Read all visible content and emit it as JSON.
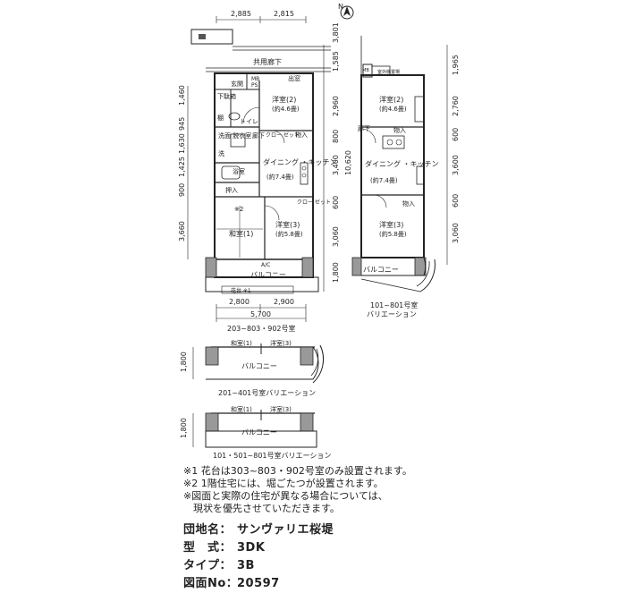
{
  "compass": {
    "north": "N"
  },
  "main_plan": {
    "top_dims": [
      "2,885",
      "2,815"
    ],
    "right_dims": [
      "1,585",
      "3,801",
      "2,960",
      "800",
      "3,400",
      "10,620",
      "600",
      "3,060",
      "1,800"
    ],
    "left_dims": [
      "1,460",
      "945",
      "1,630",
      "1,425",
      "900",
      "3,660"
    ],
    "bottom_dims": [
      "2,800",
      "2,900"
    ],
    "total_width": "5,700",
    "caption": "203~803・902号室",
    "rooms": {
      "corridor": "共用廊下",
      "entrance": "玄関",
      "shoe_box": "下駄箱",
      "closet_top": "出窓",
      "mb": "MB",
      "ps": "PS",
      "western2": "洋室(2)",
      "western2_size": "(約4.6畳)",
      "toilet": "トイレ",
      "shelf": "棚",
      "washroom": "洗面\n脱衣室",
      "washer": "洗",
      "bath": "浴室",
      "hall": "廊下",
      "closet_mid": "クロー\nゼット",
      "storage": "物入",
      "dining": "ダイニング\n・キッチン",
      "dining_size": "(約7.4畳)",
      "oshiire": "押入",
      "japanese": "和室(1)",
      "note2": "※2",
      "western3": "洋室(3)",
      "western3_size": "(約5.8畳)",
      "closet_low": "クロー\nゼット",
      "balcony": "バルコニー",
      "flowerbed": "花台 ※1",
      "ac": "A/C"
    }
  },
  "variation_101_801": {
    "right_dims": [
      "1,965",
      "2,760",
      "600",
      "3,600",
      "600",
      "3,060"
    ],
    "caption_line1": "101~801号室",
    "caption_line2": "バリエーション",
    "rooms": {
      "outdoor_unit": "室外機置場",
      "mb": "MB",
      "western2": "洋室(2)",
      "western2_size": "(約4.6畳)",
      "hall": "廊下",
      "storage": "物入",
      "dining": "ダイニング\n・キッチン",
      "dining_size": "(約7.4畳)",
      "storage2": "物入",
      "western3": "洋室(3)",
      "western3_size": "(約5.8畳)",
      "balcony": "バルコニー"
    }
  },
  "variation_201_401": {
    "dim": "1,800",
    "caption": "201~401号室バリエーション",
    "room1": "和室(1)",
    "room2": "洋室(3)",
    "balcony": "バルコニー"
  },
  "variation_101_501": {
    "dim": "1,800",
    "caption": "101・501~801号室バリエーション",
    "room1": "和室(1)",
    "room2": "洋室(3)",
    "balcony": "バルコニー"
  },
  "notes": [
    "※1  花台は303~803・902号室のみ設置されます。",
    "※2  1階住宅には、堀ごたつが設置されます。",
    "※図面と実際の住宅が異なる場合については、",
    "　現状を優先させていただきます。"
  ],
  "info": {
    "estate_label": "団地名：",
    "estate_value": "サンヴァリエ桜堤",
    "type_label": "型　式：",
    "type_value": "3DK",
    "subtype_label": "タイプ：",
    "subtype_value": "3B",
    "drawing_label": "図面No：",
    "drawing_value": "20597"
  }
}
